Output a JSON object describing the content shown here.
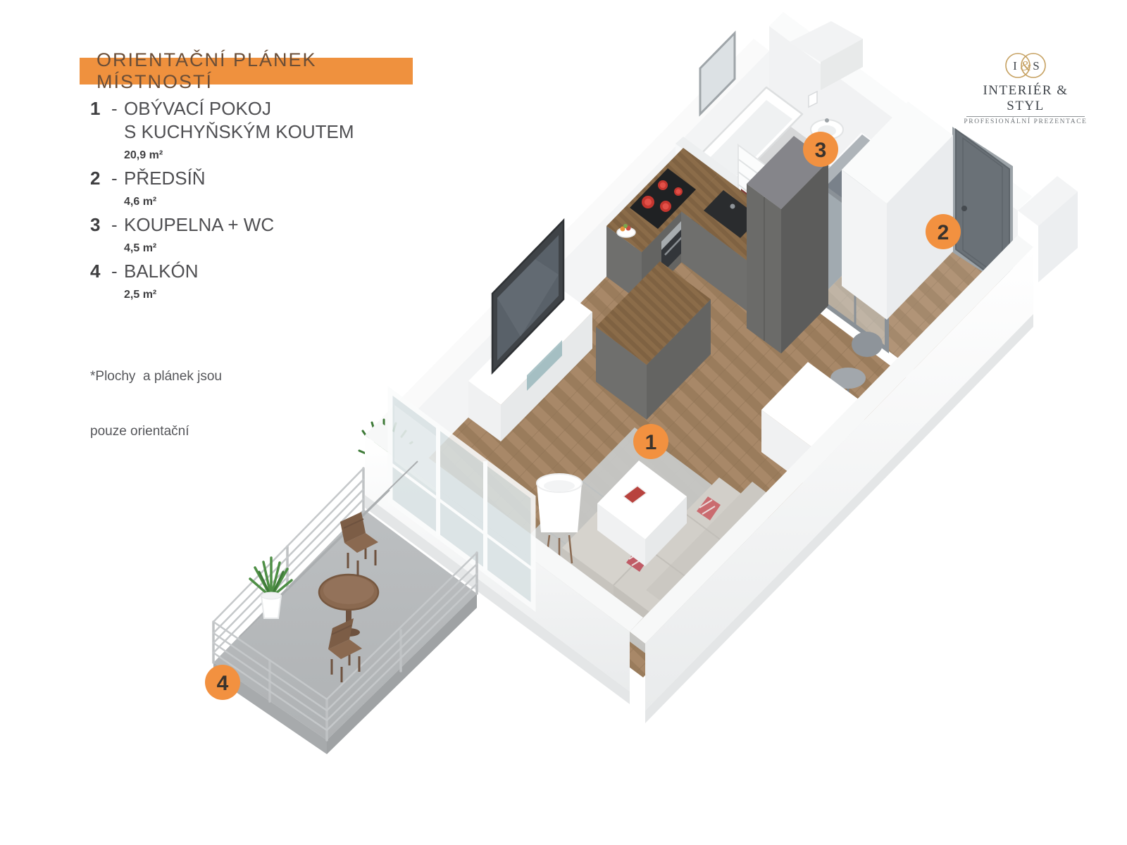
{
  "header": {
    "title": "ORIENTAČNÍ PLÁNEK MÍSTNOSTÍ",
    "background": "#EF913E",
    "text_color": "#6B4E37"
  },
  "legend": {
    "separator": "-",
    "items": [
      {
        "number": "1",
        "name": "OBÝVACÍ POKOJ",
        "name2": "S KUCHYŇSKÝM KOUTEM",
        "area": "20,9 m²"
      },
      {
        "number": "2",
        "name": "PŘEDSÍŇ",
        "area": "4,6 m²"
      },
      {
        "number": "3",
        "name": "KOUPELNA + WC",
        "area": "4,5 m²"
      },
      {
        "number": "4",
        "name": "BALKÓN",
        "area": "2,5 m²"
      }
    ]
  },
  "footnote": {
    "line1": "*Plochy  a plánek jsou",
    "line2": "pouze orientační"
  },
  "logo": {
    "monogram_left": "I",
    "monogram_amp": "&",
    "monogram_right": "S",
    "name": "INTERIÉR & STYL",
    "tagline": "PROFESIONÁLNÍ PREZENTACE",
    "gold": "#C6A161"
  },
  "plan": {
    "badge_color": "#F29140",
    "badge_text_color": "#3A332D",
    "badges": [
      {
        "label": "1"
      },
      {
        "label": "2"
      },
      {
        "label": "3"
      },
      {
        "label": "4"
      }
    ]
  }
}
